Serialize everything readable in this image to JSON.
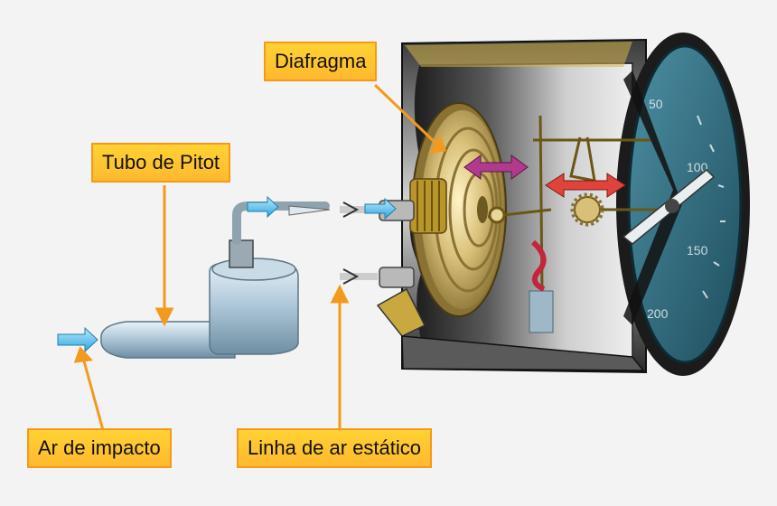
{
  "labels": {
    "diafragma": "Diafragma",
    "tubo_pitot": "Tubo de Pitot",
    "ar_impacto": "Ar de impacto",
    "linha_ar_estatico": "Linha de ar estático"
  },
  "dial": {
    "marks": [
      "50",
      "100",
      "150",
      "200"
    ]
  },
  "colors": {
    "label_fill": "#ffc72c",
    "label_border": "#f39a1e",
    "leader_line": "#f39a1e",
    "air_arrow": "#3fb7e8",
    "movement_arrow_magenta": "#b13a8e",
    "movement_arrow_red": "#e0433b",
    "dial_face": "#2f6d80",
    "brass": "#cdb466"
  }
}
